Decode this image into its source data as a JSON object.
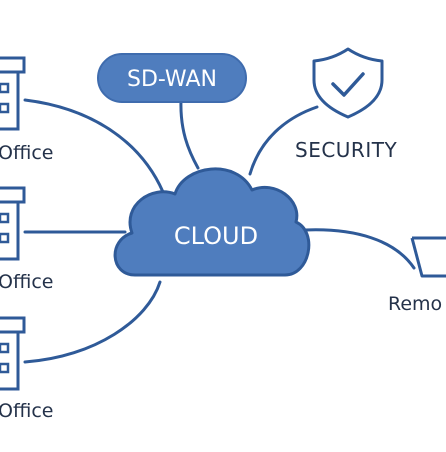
{
  "diagram": {
    "nodes": {
      "sdwan": {
        "label": "SD-WAN"
      },
      "security": {
        "label": "SECURITY",
        "icon": "shield-check-icon"
      },
      "cloud": {
        "label": "CLOUD",
        "icon": "cloud-icon"
      },
      "offices": [
        {
          "label": "Office",
          "icon": "building-icon"
        },
        {
          "label": "Office",
          "icon": "building-icon"
        },
        {
          "label": "Office",
          "icon": "building-icon"
        }
      ],
      "remote": {
        "label": "Remo",
        "icon": "laptop-icon"
      }
    },
    "colors": {
      "primary": "#4f7dbe",
      "stroke": "#2f5a98",
      "text_dark": "#24324a",
      "text_light": "#ffffff",
      "background": "#ffffff"
    }
  }
}
